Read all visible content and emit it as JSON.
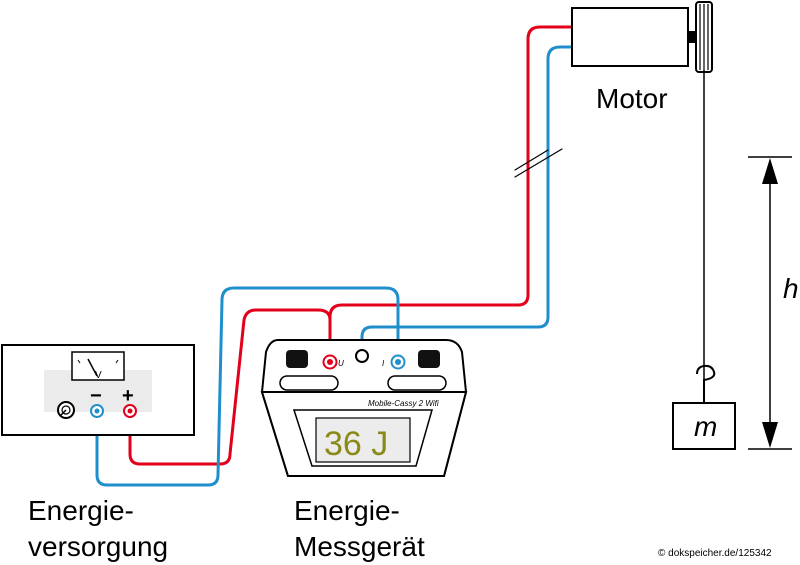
{
  "labels": {
    "motor": "Motor",
    "height": "h",
    "mass": "m",
    "supply_line1": "Energie-",
    "supply_line2": "versorgung",
    "meter_line1": "Energie-",
    "meter_line2": "Messgerät",
    "credit": "© dokspeicher.de/125342"
  },
  "supply": {
    "minus_sign": "−",
    "plus_sign": "+",
    "gauge_unit": "V"
  },
  "meter": {
    "model": "Mobile-Cassy 2 Wifi",
    "display": "36 J",
    "port_u": "U",
    "port_i": "I"
  },
  "colors": {
    "red_wire": "#e3001b",
    "blue_wire": "#1f8fcc",
    "lcd_text": "#8a8a1a",
    "outline": "#000000"
  }
}
